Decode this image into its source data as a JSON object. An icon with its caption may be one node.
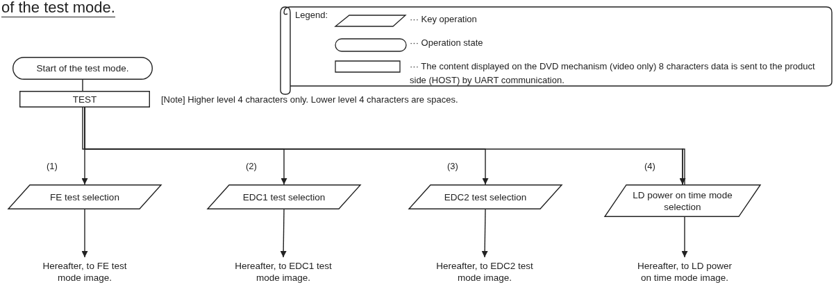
{
  "diagram": {
    "title": "of the test mode.",
    "nodes": [
      {
        "text": [
          "Start of the test mode."
        ]
      },
      {
        "text": [
          "TEST"
        ],
        "beside": [
          "[Note] Higher level 4 characters only. Lower level 4 characters are spaces."
        ]
      },
      {
        "text": [
          "FE test selection"
        ],
        "beside": [
          "(1)"
        ]
      },
      {
        "text": [
          "EDC1 test selection"
        ],
        "beside": [
          "(2)"
        ]
      },
      {
        "text": [
          "EDC2 test selection"
        ],
        "beside": [
          "(3)"
        ]
      },
      {
        "text": [
          "LD power on time mode selection"
        ],
        "beside": [
          "(4)"
        ]
      },
      {
        "text": [
          "Hereafter, to FE test mode image."
        ]
      },
      {
        "text": [
          "Hereafter, to EDC1 test mode image."
        ]
      },
      {
        "text": [
          "Hereafter, to EDC2 test mode image."
        ]
      },
      {
        "text": [
          "Hereafter, to LD power on time mode image."
        ]
      }
    ],
    "edges": [
      {
        "from": 0,
        "to": 1,
        "arrow": "none"
      },
      {
        "from": 1,
        "to": 2,
        "arrow": "to"
      },
      {
        "from": 1,
        "to": 3,
        "arrow": "to"
      },
      {
        "from": 1,
        "to": 4,
        "arrow": "to"
      },
      {
        "from": 1,
        "to": 5,
        "arrow": "to"
      },
      {
        "from": 2,
        "to": 6,
        "arrow": "to"
      },
      {
        "from": 3,
        "to": 7,
        "arrow": "to"
      },
      {
        "from": 4,
        "to": 8,
        "arrow": "to"
      },
      {
        "from": 5,
        "to": 9,
        "arrow": "to"
      }
    ],
    "labels": [
      "Legend:"
    ],
    "legend": [
      {
        "text": "··· Key operation"
      },
      {
        "text": "··· Operation state"
      },
      {
        "text": "··· The content displayed on the DVD mechanism (video only) 8 characters data is sent to the product side (HOST) by UART communication."
      }
    ]
  }
}
